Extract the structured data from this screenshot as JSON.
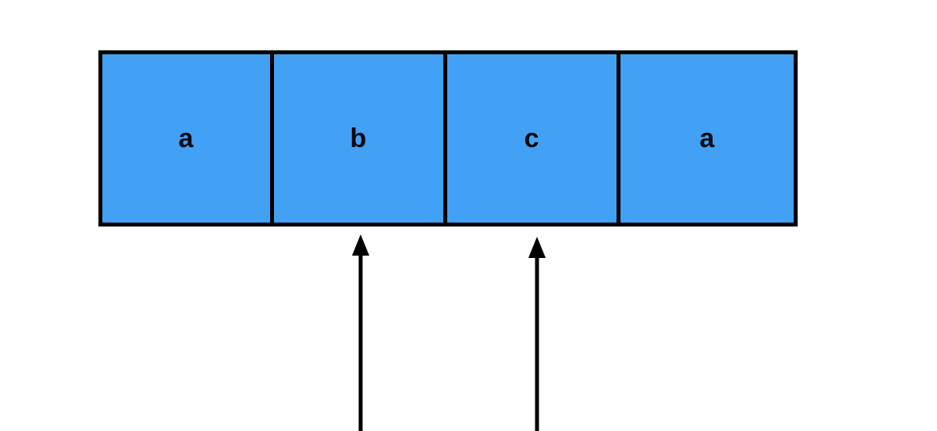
{
  "diagram": {
    "title": "array-cells-with-pointers",
    "background_color": "#ffffff",
    "cell_fill_color": "#42a0f5",
    "border_color": "#000000",
    "label_color": "#0a0a12",
    "arrow_color": "#000000",
    "cells": [
      {
        "label": "a",
        "index": 0
      },
      {
        "label": "b",
        "index": 1
      },
      {
        "label": "c",
        "index": 2
      },
      {
        "label": "a",
        "index": 3
      }
    ],
    "arrows": [
      {
        "name": "pointer-arrow-1",
        "points_to_cell_index": 1,
        "direction": "up"
      },
      {
        "name": "pointer-arrow-2",
        "points_to_cell_index": 2,
        "direction": "up"
      }
    ]
  }
}
